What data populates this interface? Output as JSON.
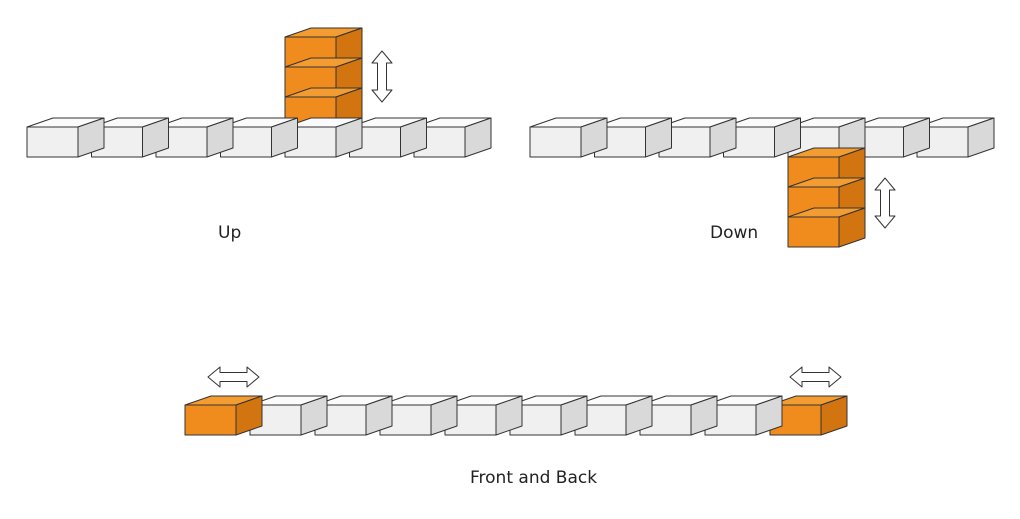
{
  "colors": {
    "block_face": "#f0f0f0",
    "block_top": "#fbfbfb",
    "block_side": "#d9d9d9",
    "highlight_face": "#f08c1e",
    "highlight_top": "#f39c32",
    "highlight_side": "#d2740f",
    "outline": "#333333",
    "arrow_fill": "#ffffff"
  },
  "panels": {
    "up": {
      "label": "Up",
      "row_blocks": 7,
      "stack_column": 5,
      "stack_height": 3,
      "direction": "up"
    },
    "down": {
      "label": "Down",
      "row_blocks": 7,
      "stack_column": 5,
      "stack_height": 3,
      "direction": "down"
    },
    "front_back": {
      "label": "Front and Back",
      "row_blocks": 10,
      "highlighted": [
        1,
        10
      ]
    }
  }
}
